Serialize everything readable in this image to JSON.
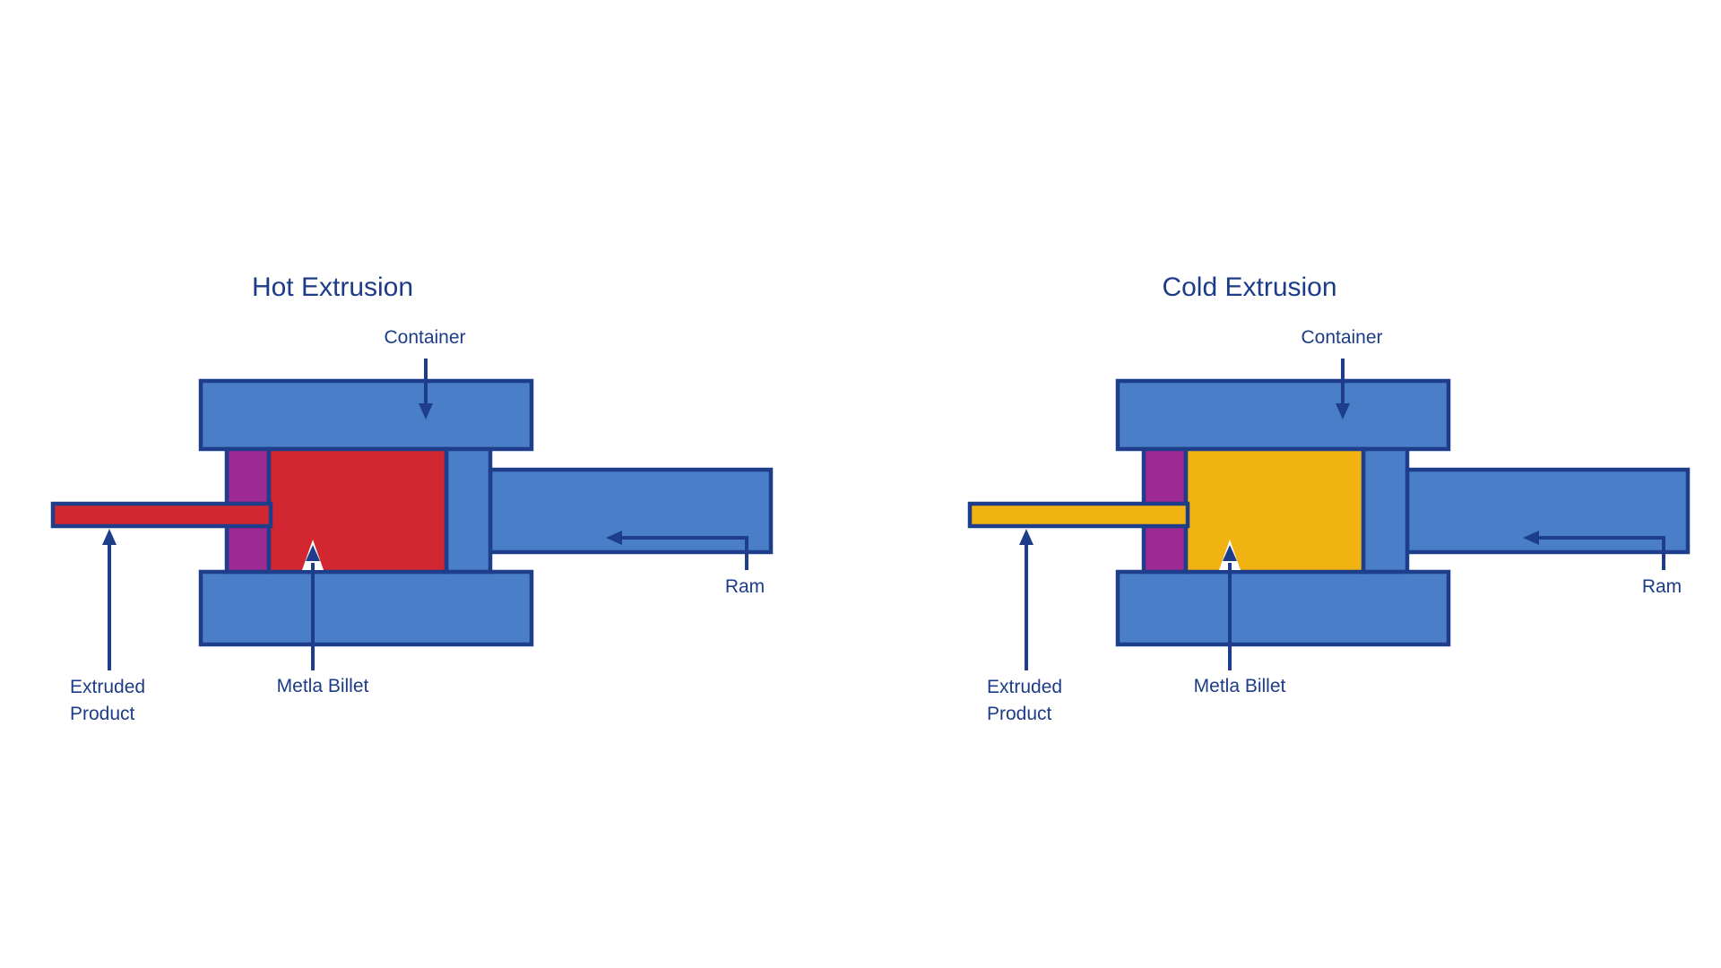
{
  "page": {
    "background": "#ffffff"
  },
  "colors": {
    "machine_blue": "#4a7ec8",
    "outline_navy": "#1e3d8b",
    "die_purple": "#9c2a92",
    "text_navy": "#1d3c87",
    "hot_billet_red": "#d22630",
    "cold_billet_yellow": "#f0b312"
  },
  "diagrams": [
    {
      "id": "hot-extrusion",
      "title": "Hot Extrusion",
      "billet_color": "#d22630",
      "labels": {
        "container": "Container",
        "extruded_product_line1": "Extruded",
        "extruded_product_line2": "Product",
        "metal_billet": "Metla Billet",
        "ram": "Ram"
      }
    },
    {
      "id": "cold-extrusion",
      "title": "Cold Extrusion",
      "billet_color": "#f0b312",
      "labels": {
        "container": "Container",
        "extruded_product_line1": "Extruded",
        "extruded_product_line2": "Product",
        "metal_billet": "Metla Billet",
        "ram": "Ram"
      }
    }
  ]
}
